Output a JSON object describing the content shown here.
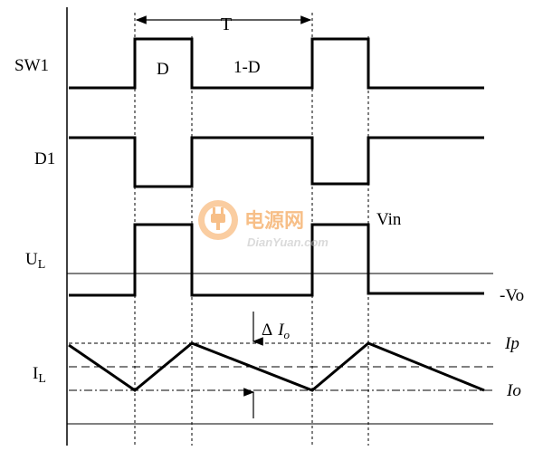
{
  "diagram": {
    "period_label": "T",
    "duty_label": "D",
    "off_label": "1-D",
    "delta_label": "Δ",
    "delta_current_label": "I",
    "delta_current_sub": "o",
    "signals": [
      {
        "id": "sw1",
        "label": "SW1",
        "sub": ""
      },
      {
        "id": "d1",
        "label": "D1",
        "sub": ""
      },
      {
        "id": "ul",
        "label": "U",
        "sub": "L"
      },
      {
        "id": "il",
        "label": "I",
        "sub": "L"
      }
    ],
    "voltage_high_label": "Vin",
    "voltage_low_label": "-Vo",
    "current_peak_label": "Ip",
    "current_avg_label": "Io"
  },
  "watermark": {
    "brand_cn": "电源网",
    "brand_en": "DianYuan.com",
    "colors": {
      "orange": "#f28c28",
      "dark": "#c9c9c9"
    }
  }
}
